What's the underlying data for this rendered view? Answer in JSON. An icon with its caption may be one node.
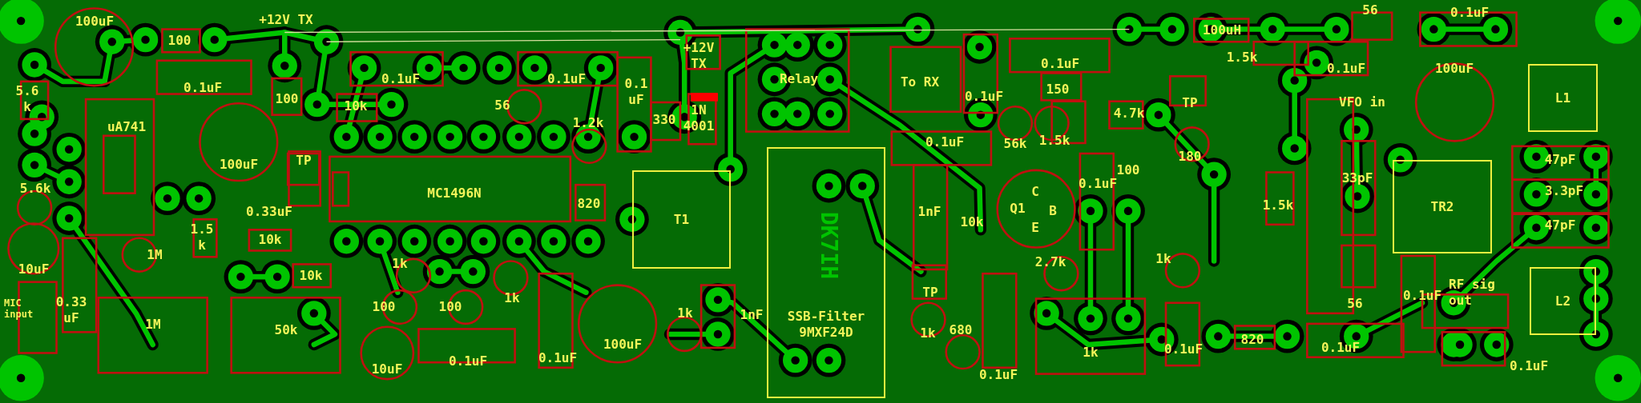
{
  "diagram": {
    "nodes": [
      {
        "text": [
          "T1"
        ]
      },
      {
        "text": [
          "TR2"
        ]
      },
      {
        "text": [
          "L1"
        ]
      },
      {
        "text": [
          "L2"
        ]
      },
      {
        "text": [
          "SSB-Filter 9MXF24D"
        ]
      }
    ],
    "labels": [
      "100uF",
      "100",
      "+12V TX",
      "0.1uF",
      "5.6 k",
      "100",
      "10k",
      "0.1uF",
      "0.1uF",
      "0.1 uF",
      "+12V TX",
      "Relay",
      "To RX",
      "0.1uF",
      "0.1uF",
      "150",
      "100uH",
      "56",
      "0.1uF",
      "1.5k",
      "0.1uF",
      "100uF",
      "uA741",
      "56",
      "1.2k",
      "330",
      "1N 4001",
      "4.7k",
      "TP",
      "VFO in",
      "100uF",
      "TP",
      "0.1uF",
      "56k",
      "1.5k",
      "180",
      "100",
      "0.1uF",
      "5.6k",
      "MC1496N",
      "820",
      "33pF",
      "47pF",
      "3.3pF",
      "0.33uF",
      "1.5 k",
      "10k",
      "C",
      "Q1",
      "B",
      "E",
      "1nF",
      "10k",
      "1.5k",
      "47pF",
      "1M",
      "10uF",
      "10k",
      "1k",
      "DK7IH",
      "2.7k",
      "1k",
      "MIC input",
      "0.33 uF",
      "100",
      "100",
      "1k",
      "TP",
      "1k",
      "1nF",
      "RF sig out",
      "0.1uF",
      "56",
      "1k",
      "680",
      "1M",
      "50k",
      "100uF",
      "1k",
      "0.1uF",
      "820",
      "0.1uF",
      "0.1uF",
      "0.1uF",
      "10uF",
      "0.1uF",
      "0.1uF"
    ]
  }
}
